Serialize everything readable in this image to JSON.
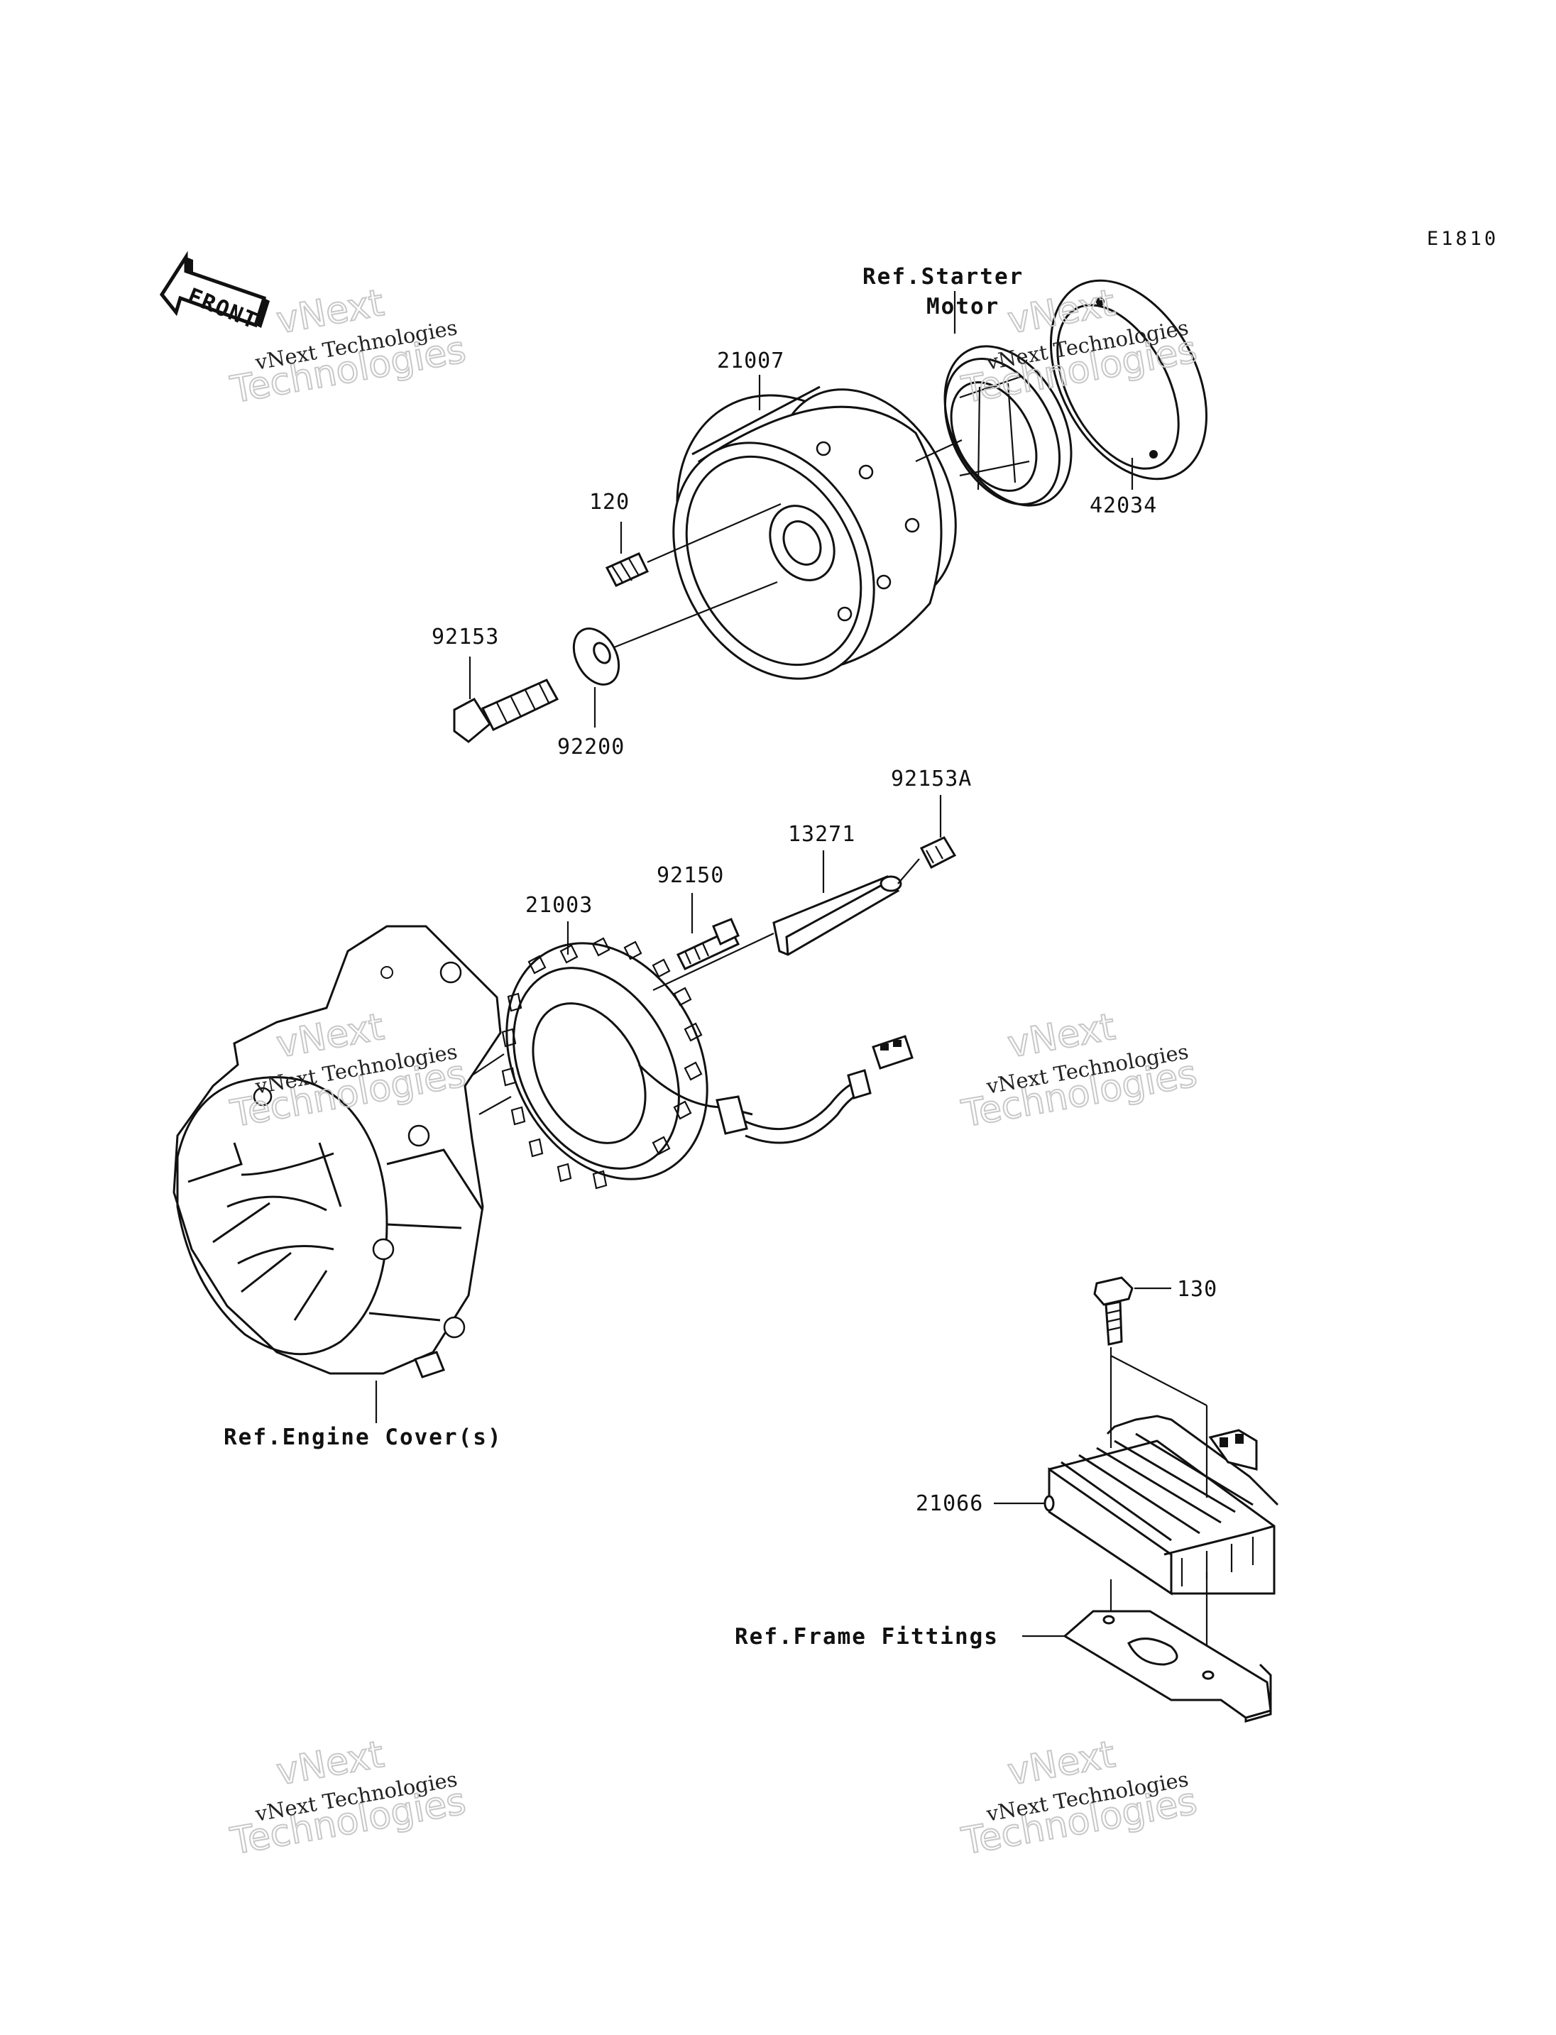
{
  "diagram_code": "E1810",
  "front_label": "FRONT",
  "watermark": {
    "line1": "vNext Technologies",
    "line2": "vNext",
    "line3": "Technologies"
  },
  "parts": {
    "p21007": "21007",
    "p120": "120",
    "p92153": "92153",
    "p92200": "92200",
    "p42034": "42034",
    "p92153A": "92153A",
    "p13271": "13271",
    "p92150": "92150",
    "p21003": "21003",
    "p130": "130",
    "p21066": "21066"
  },
  "refs": {
    "starter_line1": "Ref.Starter",
    "starter_line2": "Motor",
    "engine_cover": "Ref.Engine Cover(s)",
    "frame_fittings": "Ref.Frame Fittings"
  }
}
